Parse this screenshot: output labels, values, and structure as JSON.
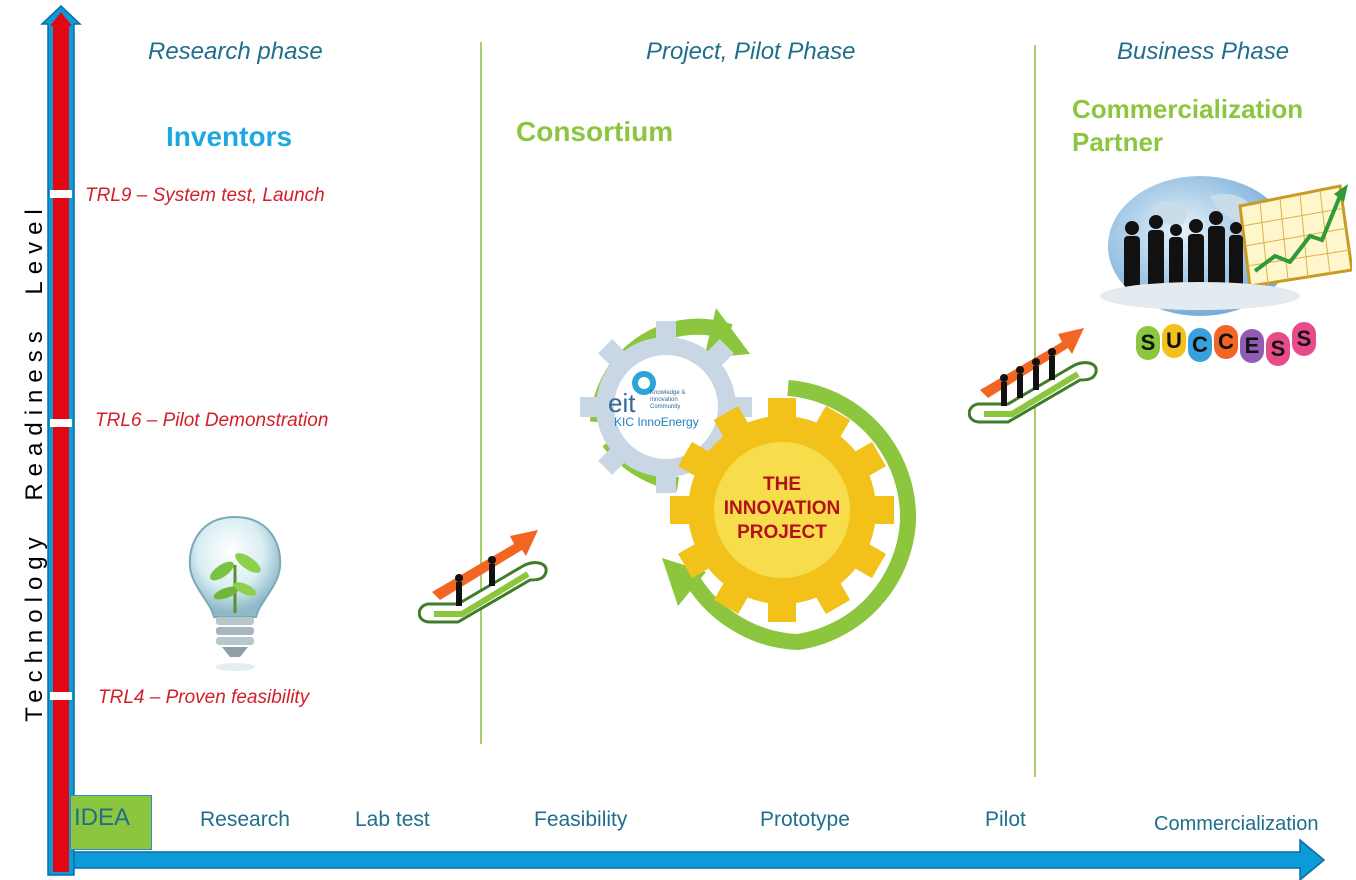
{
  "phases": {
    "research": "Research phase",
    "project": "Project, Pilot Phase",
    "business": "Business Phase"
  },
  "actors": {
    "inventors": "Inventors",
    "consortium": "Consortium",
    "partner_line1": "Commercialization",
    "partner_line2": "Partner"
  },
  "y_axis_label": "Technology Readiness Level",
  "trl_levels": {
    "trl9": "TRL9 – System test, Launch",
    "trl6": "TRL6 – Pilot Demonstration",
    "trl4": "TRL4 – Proven feasibility"
  },
  "stages": {
    "idea": "IDEA",
    "research": "Research",
    "lab_test": "Lab test",
    "feasibility": "Feasibility",
    "prototype": "Prototype",
    "pilot": "Pilot",
    "commercialization": "Commercialization"
  },
  "innovation_gear": {
    "line1": "THE",
    "line2": "INNOVATION",
    "line3": "PROJECT"
  },
  "eit_logo": {
    "mark": "eit",
    "tag1": "Knowledge &",
    "tag2": "Innovation",
    "tag3": "Community",
    "name": "KIC InnoEnergy"
  },
  "success_letters": [
    "S",
    "U",
    "C",
    "C",
    "E",
    "S",
    "S"
  ],
  "colors": {
    "axis_blue": "#0a9bd8",
    "axis_red": "#e30613",
    "phase_text": "#1f6e8c",
    "actor_blue": "#1fa8e0",
    "actor_green": "#8cc63f",
    "trl_red": "#d2202a",
    "divider_green": "#a8cf6a",
    "gear_yellow": "#f2c21b",
    "gear_grey": "#c9d6e3",
    "arrow_green": "#8cc63f",
    "escalator_orange": "#f26522"
  }
}
